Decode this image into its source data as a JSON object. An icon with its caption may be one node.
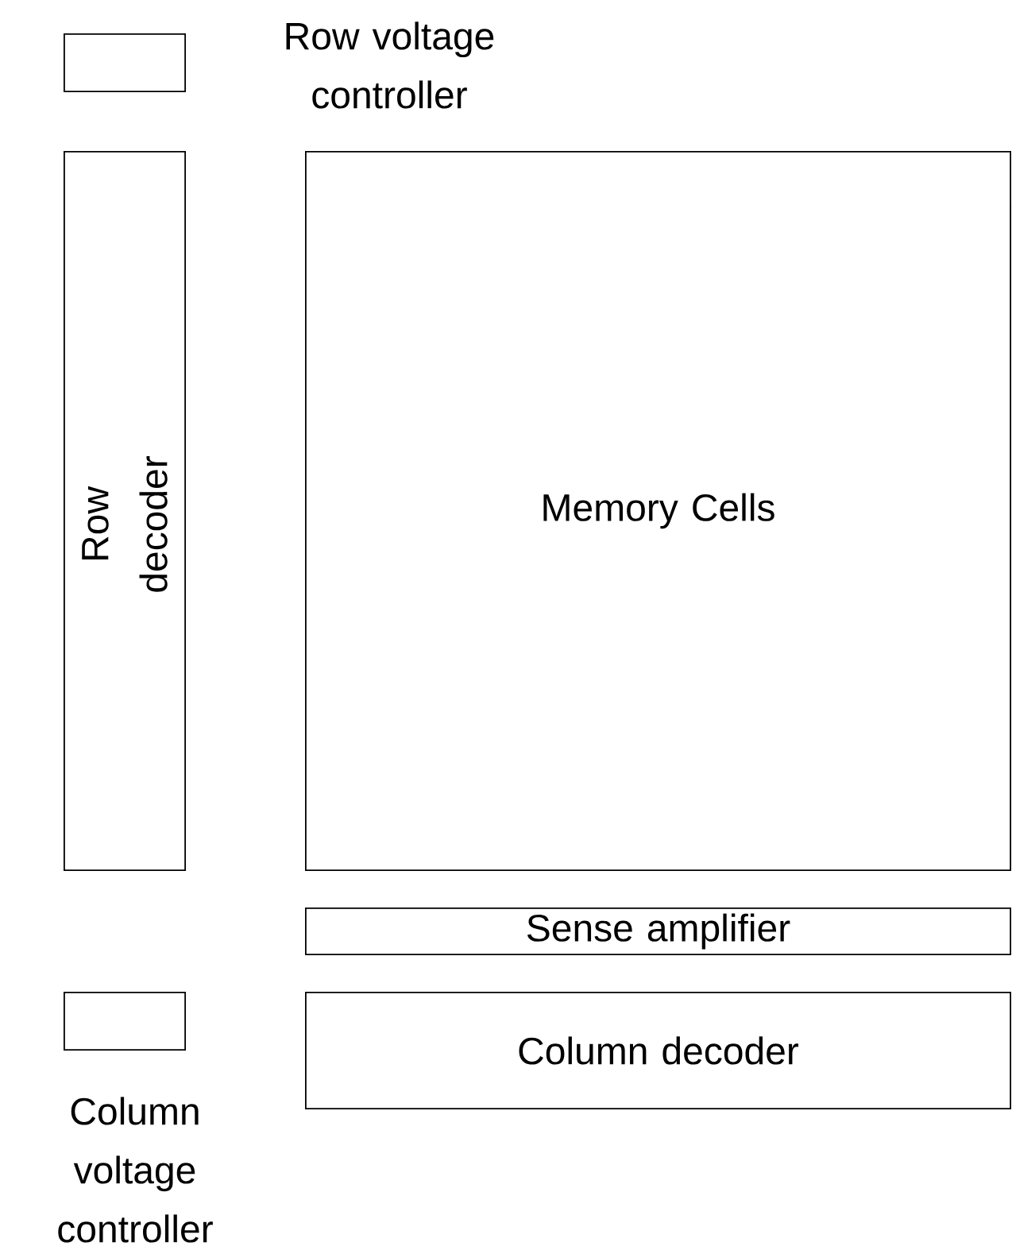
{
  "diagram": {
    "nodes": [
      {
        "text": [
          "Row voltage controller"
        ]
      },
      {
        "text": [
          "Row decoder"
        ]
      },
      {
        "text": [
          "Memory Cells"
        ]
      },
      {
        "text": [
          "Sense amplifier"
        ]
      },
      {
        "text": [
          "Column voltage controller"
        ]
      },
      {
        "text": [
          "Column decoder"
        ]
      }
    ]
  }
}
